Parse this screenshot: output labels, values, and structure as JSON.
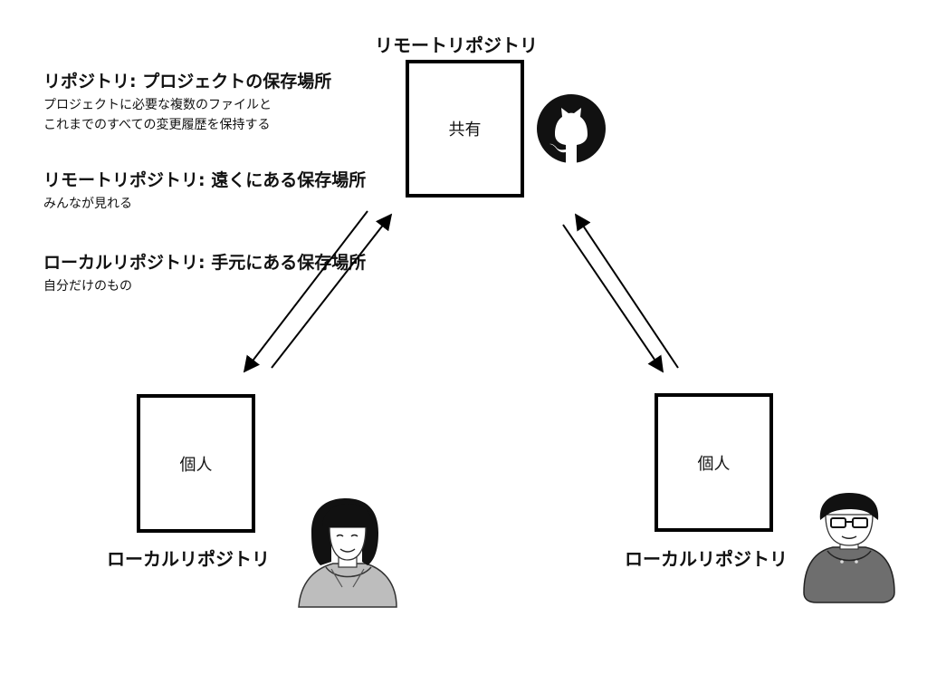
{
  "definitions": [
    {
      "title": "リポジトリ: プロジェクトの保存場所",
      "lines": [
        "プロジェクトに必要な複数のファイルと",
        "これまでのすべての変更履歴を保持する"
      ]
    },
    {
      "title": "リモートリポジトリ: 遠くにある保存場所",
      "lines": [
        "みんなが見れる"
      ]
    },
    {
      "title": "ローカルリポジトリ: 手元にある保存場所",
      "lines": [
        "自分だけのもの"
      ]
    }
  ],
  "remote": {
    "heading": "リモートリポジトリ",
    "box_label": "共有",
    "icon": "github-octocat-icon"
  },
  "locals": [
    {
      "heading": "ローカルリポジトリ",
      "box_label": "個人",
      "avatar": "woman-avatar-icon"
    },
    {
      "heading": "ローカルリポジトリ",
      "box_label": "個人",
      "avatar": "man-with-glasses-avatar-icon"
    }
  ],
  "colors": {
    "ink": "#111111",
    "box_border": "#000000",
    "hoodie_light": "#b8b8b8",
    "hoodie_dark": "#6e6e6e"
  }
}
